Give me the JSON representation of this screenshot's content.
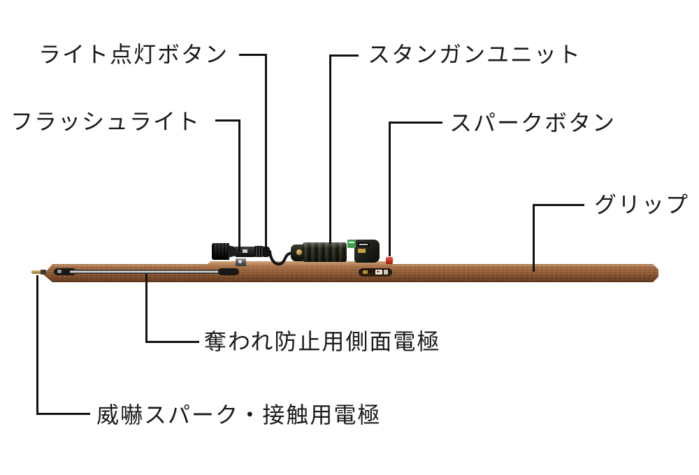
{
  "background": "#ffffff",
  "callouts": {
    "light_power_button": "ライト点灯ボタン",
    "stun_gun_unit": "スタンガンユニット",
    "flashlight": "フラッシュライト",
    "spark_button": "スパークボタン",
    "grip": "グリップ",
    "side_electrode": "奪われ防止用側面電極",
    "threat_spark_contact_electrode": "威嚇スパーク・接触用電極"
  },
  "colors": {
    "label_text": "#1a1a1a",
    "leader_line": "#111111",
    "wood_light": "#c49267",
    "wood_mid": "#96613b",
    "wood_dark": "#5f381c",
    "device_black": "#1d201b",
    "electrode_silver": "#dcdcdc",
    "brass_tip": "#c6a145",
    "spark_button_red": "#cf3a26",
    "green_label": "#3f9e48",
    "gold_label": "#c9a23f"
  }
}
